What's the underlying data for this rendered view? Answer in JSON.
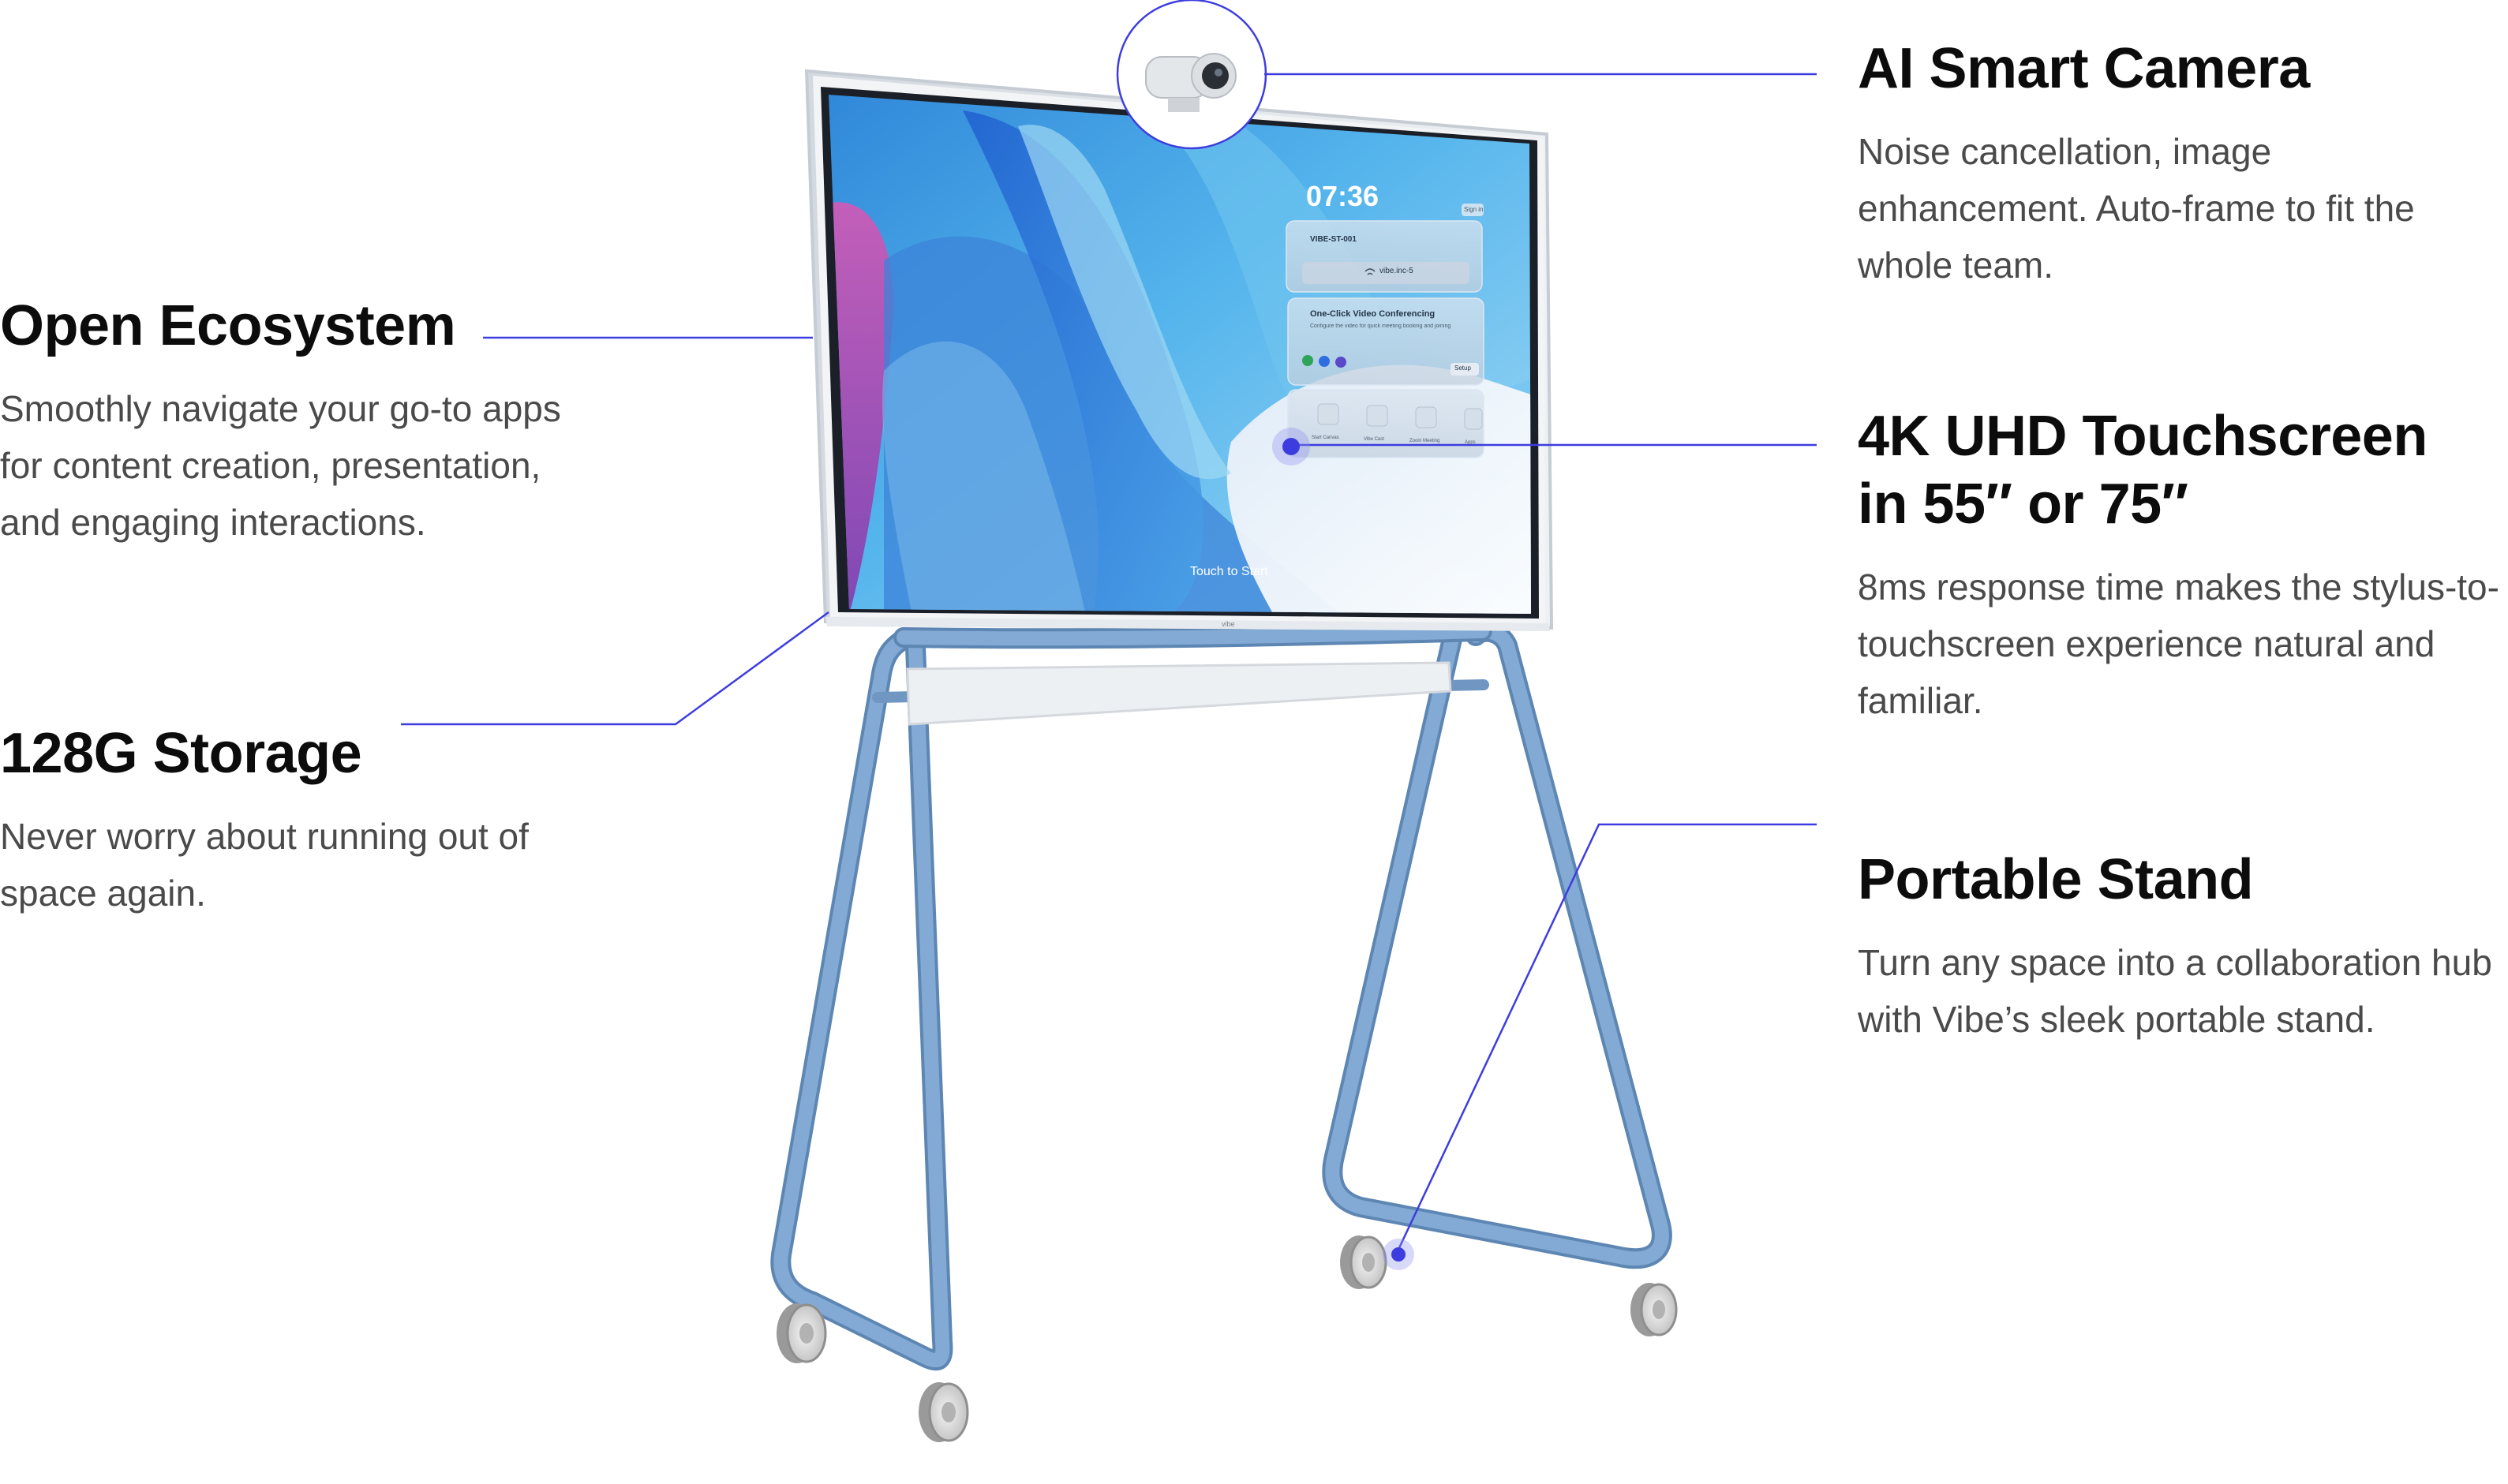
{
  "features": {
    "open": {
      "title": "Open Ecosystem",
      "desc": "Smoothly navigate your go-to apps for content creation, presentation, and engaging interactions."
    },
    "storage": {
      "title": "128G Storage",
      "desc": "Never worry about running out of space again."
    },
    "camera": {
      "title": "AI Smart Camera",
      "desc": "Noise cancellation, image enhancement. Auto-frame to fit the whole team."
    },
    "uhd": {
      "title_line1": "4K UHD Touchscreen",
      "title_line2": "in 55″ or 75″",
      "desc": "8ms response time makes the stylus-to-touchscreen experience natural and familiar."
    },
    "stand": {
      "title": "Portable Stand",
      "desc": "Turn any space into a collaboration hub with Vibe’s sleek portable stand."
    }
  },
  "screen_ui": {
    "time": "07:36",
    "signin": "Sign in",
    "device_id": "VIBE-ST-001",
    "wifi": "vibe.inc-5",
    "conf_title": "One-Click Video Conferencing",
    "conf_sub": "Configure the video for quick meeting booking and joining",
    "conf_btn": "Setup",
    "apps": [
      "Start Canvas",
      "Vibe Cast",
      "Zoom Meeting",
      "Apps"
    ],
    "touch": "Touch to Start",
    "brand": "vibe"
  },
  "colors": {
    "accent": "#3d3ddf",
    "stand": "#7ba3cc",
    "text_dark": "#0c0c0c",
    "text_body": "#4a4a4a"
  },
  "icons": [
    "camera-icon",
    "wifi-icon",
    "callout-dot-icon",
    "wheel-icon"
  ]
}
